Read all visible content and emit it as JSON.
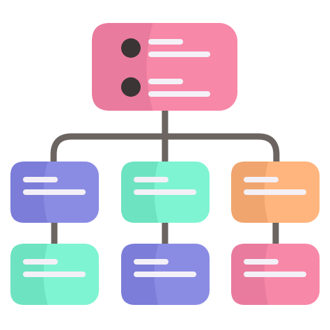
{
  "icon": {
    "name": "org-chart-icon",
    "connector_color": "#6b6460",
    "line_color": "#f4f0f7",
    "dot_color": "#3b3535",
    "root": {
      "main": "#f888a8",
      "shade": "#e97b9e"
    },
    "level2": [
      {
        "name": "blue-node",
        "main": "#8a8ce3",
        "shade": "#7b7dd8"
      },
      {
        "name": "green-node",
        "main": "#7ff4d2",
        "shade": "#6de3c1"
      },
      {
        "name": "orange-node",
        "main": "#ffb57d",
        "shade": "#f0a56f"
      }
    ],
    "level3": [
      {
        "name": "green-node",
        "main": "#7ff4d2",
        "shade": "#6de3c1"
      },
      {
        "name": "blue-node",
        "main": "#8a8ce3",
        "shade": "#7b7dd8"
      },
      {
        "name": "pink-node",
        "main": "#f888a8",
        "shade": "#e97b9e"
      }
    ]
  }
}
